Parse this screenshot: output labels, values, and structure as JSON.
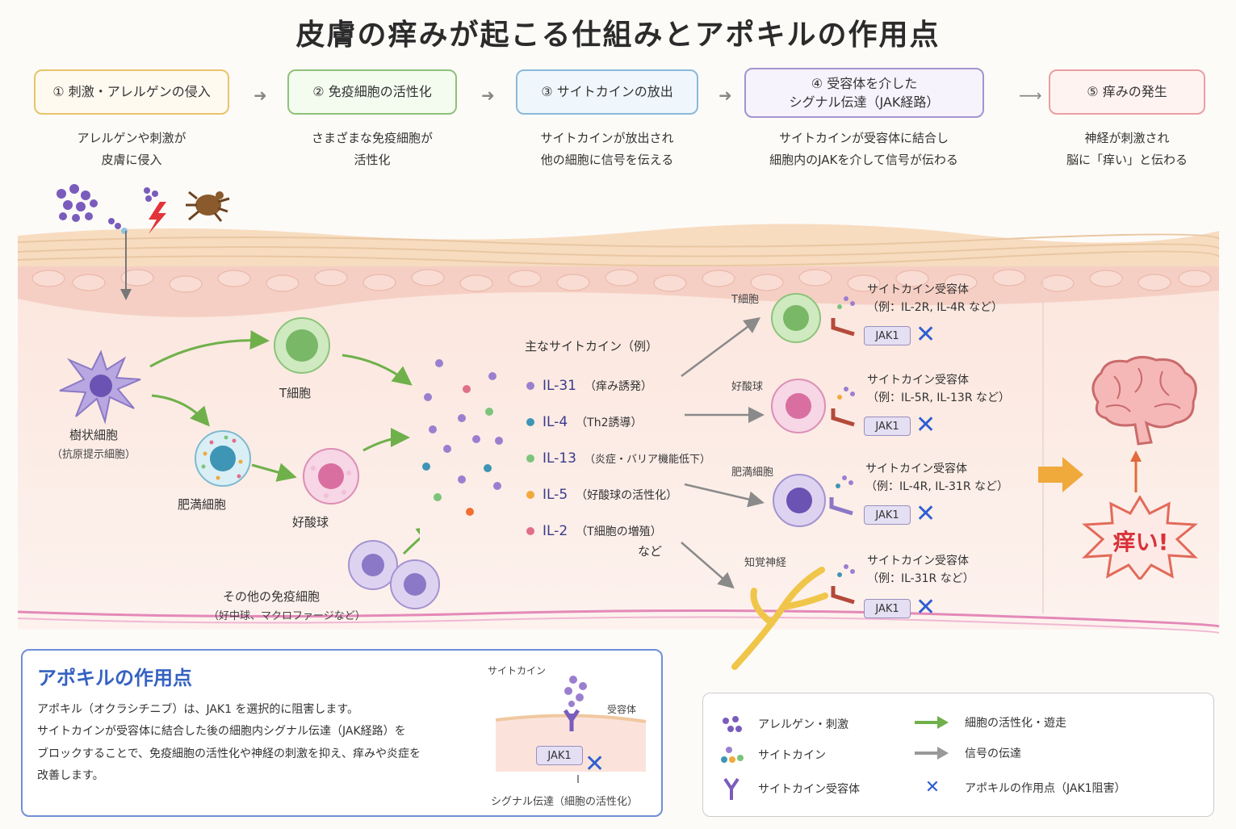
{
  "title": "皮膚の痒みが起こる仕組みとアポキルの作用点",
  "steps": [
    {
      "label": "① 刺激・アレルゲンの侵入",
      "desc1": "アレルゲンや刺激が",
      "desc2": "皮膚に侵入",
      "color": "#e8c46a"
    },
    {
      "label": "② 免疫細胞の活性化",
      "desc1": "さまざまな免疫細胞が",
      "desc2": "活性化",
      "color": "#8fc27a"
    },
    {
      "label": "③ サイトカインの放出",
      "desc1": "サイトカインが放出され",
      "desc2": "他の細胞に信号を伝える",
      "color": "#8ab9dc"
    },
    {
      "label1": "④ 受容体を介した",
      "label2": "シグナル伝達（JAK経路）",
      "desc1": "サイトカインが受容体に結合し",
      "desc2": "細胞内のJAKを介して信号が伝わる",
      "color": "#a493cf"
    },
    {
      "label": "⑤ 痒みの発生",
      "desc1": "神経が刺激され",
      "desc2": "脳に「痒い」と伝わる",
      "color": "#e8a0a0"
    }
  ],
  "cells": {
    "dendritic": "樹状細胞",
    "dendritic_sub": "（抗原提示細胞）",
    "tcell": "T細胞",
    "mast": "肥満細胞",
    "eosinophil": "好酸球",
    "others": "その他の免疫細胞",
    "others_sub": "（好中球、マクロファージなど）"
  },
  "cytokines": {
    "header": "主なサイトカイン（例）",
    "items": [
      {
        "name": "IL-31",
        "note": "（痒み誘発）",
        "color": "#9b7fcf"
      },
      {
        "name": "IL-4",
        "note": "（Th2誘導）",
        "color": "#3f95b5"
      },
      {
        "name": "IL-13",
        "note": "（炎症・バリア機能低下）",
        "color": "#7cc47a"
      },
      {
        "name": "IL-5",
        "note": "（好酸球の活性化）",
        "color": "#f0a93b"
      },
      {
        "name": "IL-2",
        "note": "（T細胞の増殖）",
        "color": "#e0708a"
      }
    ],
    "etc": "など"
  },
  "receptors": [
    {
      "cell": "T細胞",
      "title": "サイトカイン受容体",
      "example": "（例：IL-2R, IL-4R など）"
    },
    {
      "cell": "好酸球",
      "title": "サイトカイン受容体",
      "example": "（例：IL-5R, IL-13R など）"
    },
    {
      "cell": "肥満細胞",
      "title": "サイトカイン受容体",
      "example": "（例：IL-4R, IL-31R など）"
    },
    {
      "cell": "知覚神経",
      "title": "サイトカイン受容体",
      "example": "（例：IL-31R など）"
    }
  ],
  "jak_label": "JAK1",
  "itch_label": "痒い!",
  "info": {
    "title": "アポキルの作用点",
    "line1": "アポキル（オクラシチニブ）は、JAK1 を選択的に阻害します。",
    "line2": "サイトカインが受容体に結合した後の細胞内シグナル伝達（JAK経路）を",
    "line3": "ブロックすることで、免疫細胞の活性化や神経の刺激を抑え、痒みや炎症を",
    "line4": "改善します。",
    "diagram_cytokine": "サイトカイン",
    "diagram_receptor": "受容体",
    "diagram_jak": "JAK1",
    "diagram_signal": "シグナル伝達（細胞の活性化）"
  },
  "legend": {
    "allergen": "アレルゲン・刺激",
    "cytokine": "サイトカイン",
    "receptor": "サイトカイン受容体",
    "activation": "細胞の活性化・遊走",
    "signal": "信号の伝達",
    "apoquel": "アポキルの作用点（JAK1阻害）"
  },
  "colors": {
    "green_arrow": "#6fb04a",
    "gray_arrow": "#999999",
    "jak_x": "#2f5fd0",
    "itch": "#d9323a",
    "skin": "#fbe3dc"
  }
}
